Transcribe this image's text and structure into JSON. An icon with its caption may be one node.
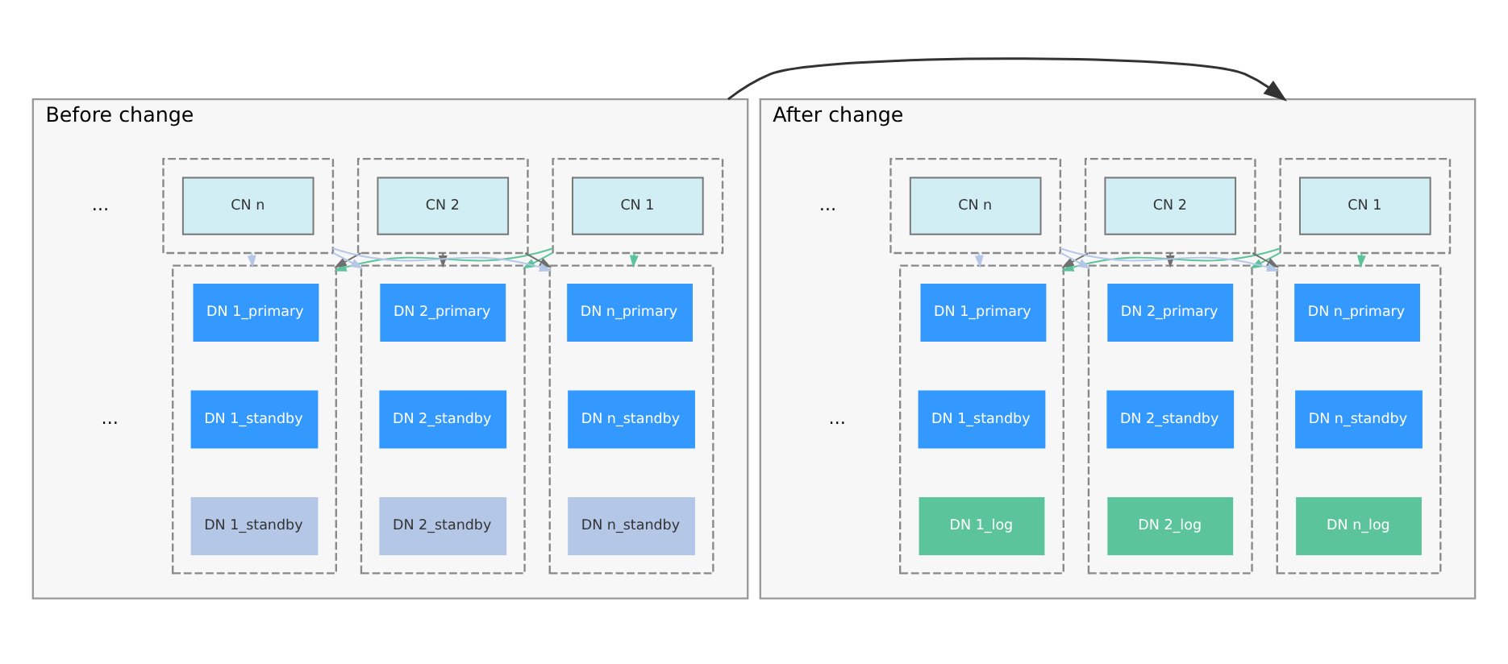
{
  "diagram": {
    "nodes": [
      {
        "text": [
          "Before change"
        ]
      },
      {
        "text": [],
        "shape": "box",
        "in": 0
      },
      {
        "text": [
          "CN 1"
        ],
        "in": 1
      },
      {
        "text": [],
        "shape": "box",
        "in": 0
      },
      {
        "text": [
          "CN 2"
        ],
        "in": 3
      },
      {
        "text": [],
        "shape": "box",
        "in": 0
      },
      {
        "text": [
          "CN n"
        ],
        "in": 5
      },
      {
        "text": [],
        "shape": "box",
        "in": 0
      },
      {
        "text": [
          "DN 1_primary"
        ],
        "in": 7
      },
      {
        "text": [
          "DN 1_standby"
        ],
        "in": 7
      },
      {
        "text": [
          "DN 1_standby"
        ],
        "in": 7
      },
      {
        "text": [],
        "shape": "box",
        "in": 0
      },
      {
        "text": [
          "DN 2_primary"
        ],
        "in": 11
      },
      {
        "text": [
          "DN 2_standby"
        ],
        "in": 11
      },
      {
        "text": [
          "DN 2_standby"
        ],
        "in": 11
      },
      {
        "text": [],
        "shape": "box",
        "in": 0
      },
      {
        "text": [
          "DN n_primary"
        ],
        "in": 15
      },
      {
        "text": [
          "DN n_standby"
        ],
        "in": 15
      },
      {
        "text": [
          "DN n_standby"
        ],
        "in": 15
      },
      {
        "text": [
          "After change"
        ]
      },
      {
        "text": [],
        "shape": "box",
        "in": 19
      },
      {
        "text": [
          "CN 1"
        ],
        "in": 20
      },
      {
        "text": [],
        "shape": "box",
        "in": 19
      },
      {
        "text": [
          "CN 2"
        ],
        "in": 22
      },
      {
        "text": [],
        "shape": "box",
        "in": 19
      },
      {
        "text": [
          "CN n"
        ],
        "in": 24
      },
      {
        "text": [],
        "shape": "box",
        "in": 19
      },
      {
        "text": [
          "DN 1_primary"
        ],
        "in": 26
      },
      {
        "text": [
          "DN 1_standby"
        ],
        "in": 26
      },
      {
        "text": [
          "DN 1_log"
        ],
        "in": 26
      },
      {
        "text": [],
        "shape": "box",
        "in": 19
      },
      {
        "text": [
          "DN 2_primary"
        ],
        "in": 30
      },
      {
        "text": [
          "DN 2_standby"
        ],
        "in": 30
      },
      {
        "text": [
          "DN 2_log"
        ],
        "in": 30
      },
      {
        "text": [],
        "shape": "box",
        "in": 19
      },
      {
        "text": [
          "DN n_primary"
        ],
        "in": 34
      },
      {
        "text": [
          "DN n_standby"
        ],
        "in": 34
      },
      {
        "text": [
          "DN n_log"
        ],
        "in": 34
      }
    ],
    "edges": [
      {
        "from": 1,
        "to": 7,
        "arrow": "to",
        "color": "#5cc49b"
      },
      {
        "from": 1,
        "to": 11,
        "arrow": "to",
        "color": "#5cc49b"
      },
      {
        "from": 1,
        "to": 15,
        "arrow": "to",
        "color": "#5cc49b"
      },
      {
        "from": 3,
        "to": 7,
        "arrow": "to",
        "color": "#707070"
      },
      {
        "from": 3,
        "to": 11,
        "arrow": "to",
        "color": "#707070"
      },
      {
        "from": 3,
        "to": 15,
        "arrow": "to",
        "color": "#707070"
      },
      {
        "from": 5,
        "to": 7,
        "arrow": "to",
        "color": "#b4c7e7"
      },
      {
        "from": 5,
        "to": 11,
        "arrow": "to",
        "color": "#b4c7e7"
      },
      {
        "from": 5,
        "to": 15,
        "arrow": "to",
        "color": "#b4c7e7"
      },
      {
        "from": 20,
        "to": 26,
        "arrow": "to",
        "color": "#5cc49b"
      },
      {
        "from": 20,
        "to": 30,
        "arrow": "to",
        "color": "#5cc49b"
      },
      {
        "from": 20,
        "to": 34,
        "arrow": "to",
        "color": "#5cc49b"
      },
      {
        "from": 22,
        "to": 26,
        "arrow": "to",
        "color": "#707070"
      },
      {
        "from": 22,
        "to": 30,
        "arrow": "to",
        "color": "#707070"
      },
      {
        "from": 22,
        "to": 34,
        "arrow": "to",
        "color": "#707070"
      },
      {
        "from": 24,
        "to": 26,
        "arrow": "to",
        "color": "#b4c7e7"
      },
      {
        "from": 24,
        "to": 30,
        "arrow": "to",
        "color": "#b4c7e7"
      },
      {
        "from": 24,
        "to": 34,
        "arrow": "to",
        "color": "#b4c7e7"
      },
      {
        "from": 0,
        "to": 19,
        "arrow": "to",
        "color": "#333333"
      }
    ],
    "labels": [
      "…",
      "…",
      "…",
      "…"
    ]
  }
}
